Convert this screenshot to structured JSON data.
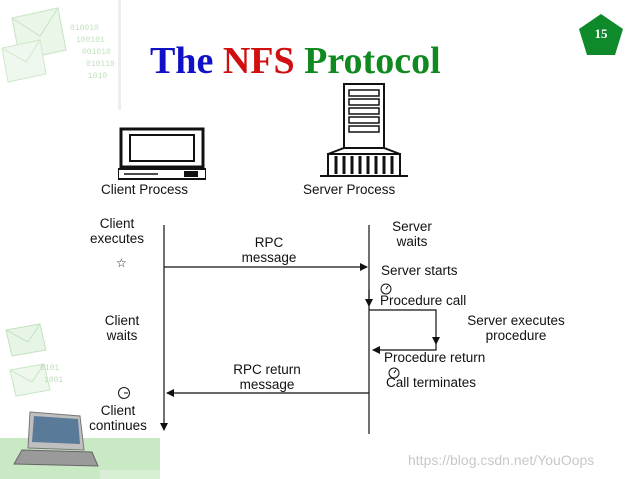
{
  "slide_number": "15",
  "title": {
    "part1": "The",
    "part2": "NFS",
    "part3": "Protocol"
  },
  "diagram": {
    "client_process": "Client Process",
    "server_process": "Server Process",
    "client_executes": [
      "Client",
      "executes"
    ],
    "server_waits": [
      "Server",
      "waits"
    ],
    "rpc_message": [
      "RPC",
      "message"
    ],
    "server_starts": "Server starts",
    "procedure_call": "Procedure call",
    "server_executes_procedure": [
      "Server executes",
      "procedure"
    ],
    "client_waits": [
      "Client",
      "waits"
    ],
    "procedure_return": "Procedure return",
    "rpc_return_message": [
      "RPC return",
      "message"
    ],
    "call_terminates": "Call terminates",
    "client_continues": [
      "Client",
      "continues"
    ]
  },
  "watermark": "https://blog.csdn.net/YouOops",
  "colors": {
    "title_blue": "#1010c8",
    "title_red": "#d01010",
    "title_green": "#108a20",
    "badge_green": "#0e8a2a"
  }
}
